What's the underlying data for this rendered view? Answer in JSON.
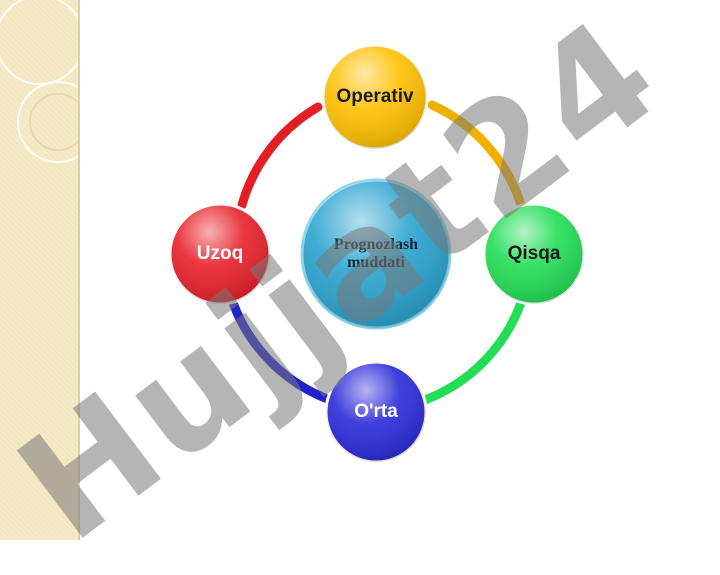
{
  "diagram": {
    "center": {
      "line1": "Prognozlash",
      "line2": "muddati",
      "color": "#2aa3cf"
    },
    "nodes": [
      {
        "label": "Operativ",
        "color": "#ffc000",
        "text_color": "#1a1a1a"
      },
      {
        "label": "Qisqa",
        "color": "#22dd55",
        "text_color": "#1a1a1a"
      },
      {
        "label": "O'rta",
        "color": "#2b2bd9",
        "text_color": "#ffffff"
      },
      {
        "label": "Uzoq",
        "color": "#e8202a",
        "text_color": "#ffffff"
      }
    ],
    "arc_colors": {
      "operativ_qisqa": "#f0b000",
      "qisqa_orta": "#22dd55",
      "orta_uzoq": "#2222cc",
      "uzoq_operativ": "#e41e25"
    }
  },
  "watermark": {
    "text": "Hujjat24"
  }
}
